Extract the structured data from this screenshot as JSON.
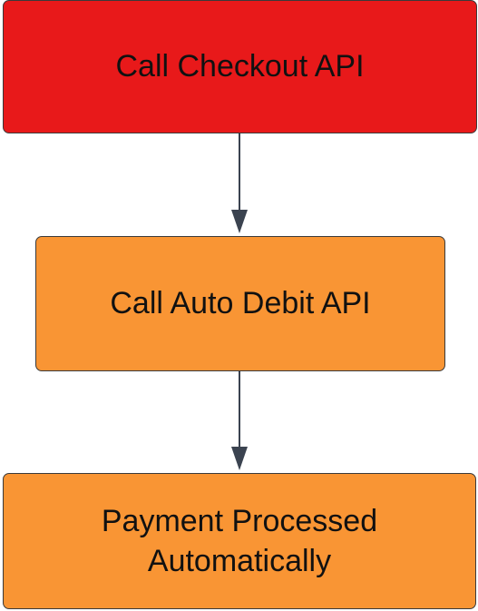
{
  "diagram": {
    "nodes": [
      {
        "id": "n1",
        "lines": [
          "Call Checkout API"
        ],
        "color": "#e8191a"
      },
      {
        "id": "n2",
        "lines": [
          "Call Auto Debit API"
        ],
        "color": "#f99534"
      },
      {
        "id": "n3",
        "lines": [
          "Payment Processed",
          "Automatically"
        ],
        "color": "#f99534"
      }
    ],
    "edges": [
      {
        "from": "n1",
        "to": "n2"
      },
      {
        "from": "n2",
        "to": "n3"
      }
    ]
  }
}
